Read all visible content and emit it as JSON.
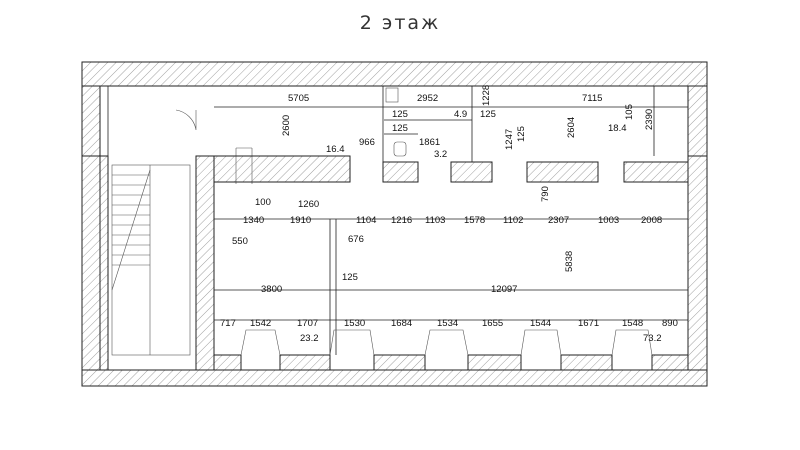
{
  "title": "2 этаж",
  "top_dims": [
    "5705",
    "2952",
    "7115"
  ],
  "vertical_dims": [
    "2600",
    "1228",
    "1247",
    "125",
    "2604",
    "105",
    "2390",
    "5838"
  ],
  "room_areas": [
    "16.4",
    "4.9",
    "3.2",
    "18.4",
    "23.2",
    "73.2"
  ],
  "upper_small": [
    "125",
    "125",
    "125",
    "966",
    "1861"
  ],
  "mid_dims": [
    "100",
    "1260",
    "1340",
    "1910",
    "1104",
    "1216",
    "1103",
    "1578",
    "1102",
    "2307",
    "1003",
    "2008"
  ],
  "misc_dims": [
    "550",
    "676",
    "790",
    "125",
    "3800",
    "12097"
  ],
  "bottom_dims": [
    "717",
    "1542",
    "1707",
    "1530",
    "1684",
    "1534",
    "1655",
    "1544",
    "1671",
    "1548",
    "890"
  ]
}
